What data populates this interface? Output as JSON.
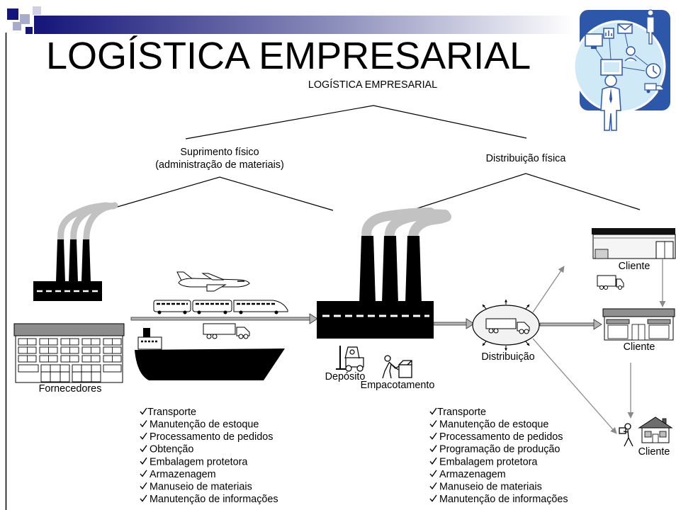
{
  "slide": {
    "title": "LOGÍSTICA EMPRESARIAL",
    "colors": {
      "background": "#ffffff",
      "text": "#000000",
      "header_bar_dark": "#14147a",
      "header_bar_light": "#ffffff",
      "clipart_blue": "#2d57a8",
      "clipart_light_blue": "#cfe9f7",
      "flow_arrow": "#b5b5b5",
      "smoke": "#c2c2c2"
    }
  },
  "diagram": {
    "root_label": "LOGÍSTICA EMPRESARIAL",
    "supply_branch": {
      "title": "Suprimento físico",
      "subtitle": "(administração de materiais)"
    },
    "distribution_branch": {
      "title": "Distribuição física"
    },
    "nodes": {
      "suppliers": "Fornecedores",
      "warehouse": "Depósito",
      "packaging": "Empacotamento",
      "distribution": "Distribuição",
      "client_warehouse": "Cliente",
      "client_store": "Cliente",
      "client_home": "Cliente"
    },
    "icons": [
      "logistics-clipart",
      "factory-icon",
      "office-building-icon",
      "airplane-icon",
      "train-icon",
      "truck-icon",
      "ship-icon",
      "forklift-icon",
      "packing-worker-icon",
      "warehouse-icon",
      "store-icon",
      "delivery-person-icon",
      "house-icon",
      "checkmark-icon"
    ]
  },
  "supply_activities": [
    "Transporte",
    "Manutenção de estoque",
    "Processamento de pedidos",
    "Obtenção",
    "Embalagem protetora",
    "Armazenagem",
    "Manuseio de materiais",
    "Manutenção de informações"
  ],
  "distribution_activities": [
    "Transporte",
    "Manutenção de estoque",
    "Processamento de pedidos",
    "Programação de produção",
    "Embalagem protetora",
    "Armazenagem",
    "Manuseio de materiais",
    "Manutenção de informações"
  ]
}
